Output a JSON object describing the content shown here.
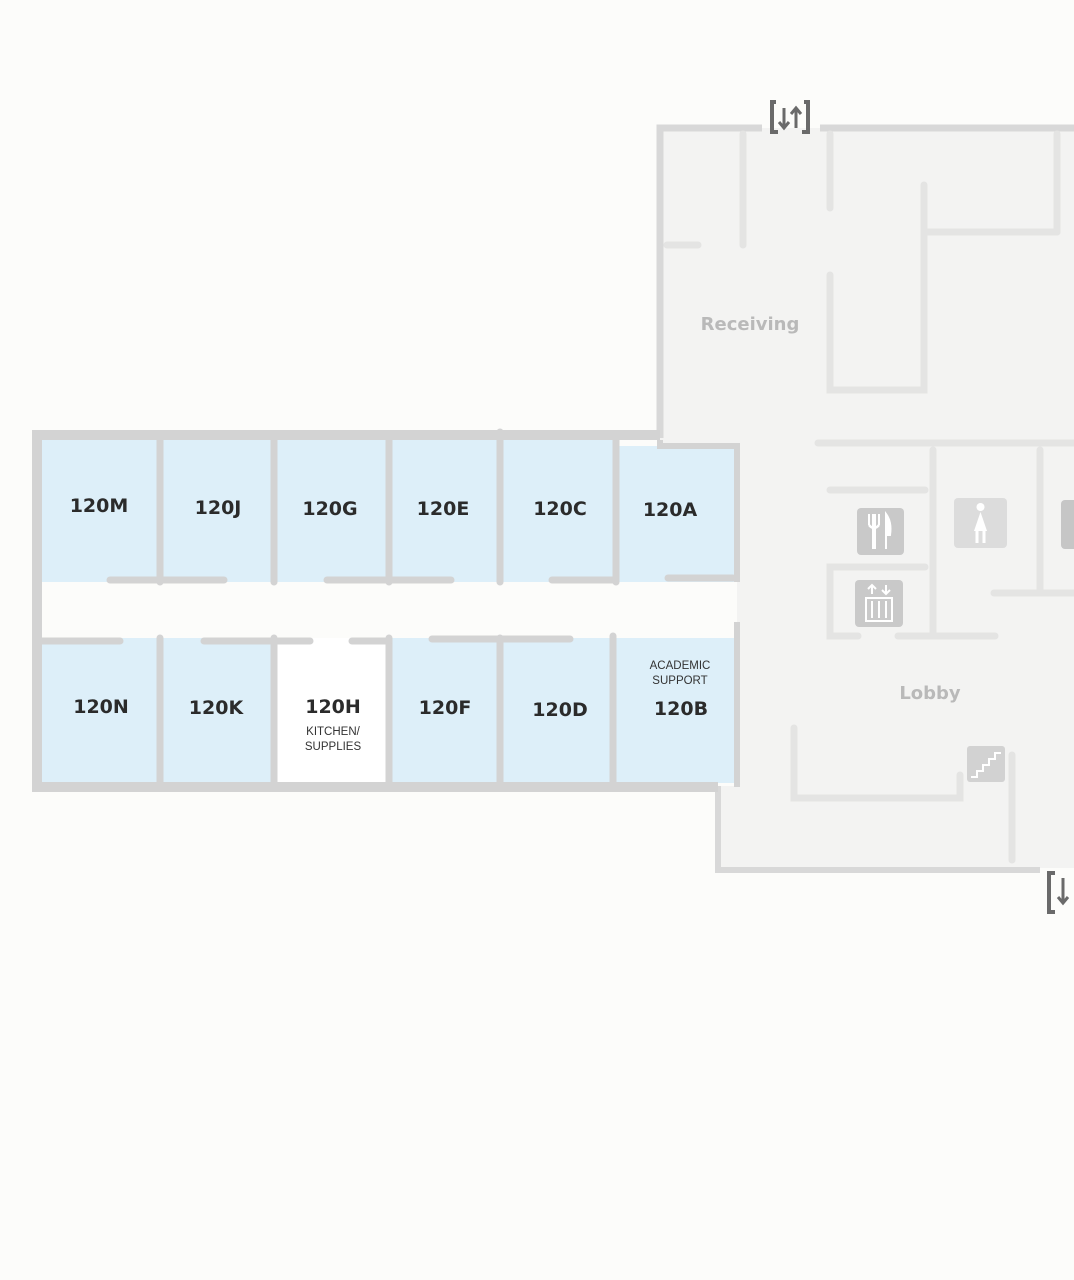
{
  "map": {
    "colors": {
      "background": "#fcfcfa",
      "room_fill": "#ddeff9",
      "unassigned_room_fill": "#ffffff",
      "wall": "#d3d3d3",
      "annex_fill": "#f3f3f2",
      "annex_wall": "#e4e4e3",
      "icon_fill": "#c9c9c9",
      "exit_icon": "#6a6a6a"
    },
    "rooms": {
      "r120M": "120M",
      "r120J": "120J",
      "r120G": "120G",
      "r120E": "120E",
      "r120C": "120C",
      "r120A": "120A",
      "r120N": "120N",
      "r120K": "120K",
      "r120H": "120H",
      "r120H_sub1": "KITCHEN/",
      "r120H_sub2": "SUPPLIES",
      "r120F": "120F",
      "r120D": "120D",
      "r120B": "120B",
      "r120B_sub1": "ACADEMIC",
      "r120B_sub2": "SUPPORT"
    },
    "areas": {
      "receiving": "Receiving",
      "lobby": "Lobby"
    },
    "icons": {
      "restaurant": "fork-knife-icon",
      "restroom_women": "woman-restroom-icon",
      "elevator": "elevator-icon",
      "stairs": "stairs-icon",
      "exit_top": "exit-icon",
      "exit_bottom": "exit-icon"
    }
  }
}
